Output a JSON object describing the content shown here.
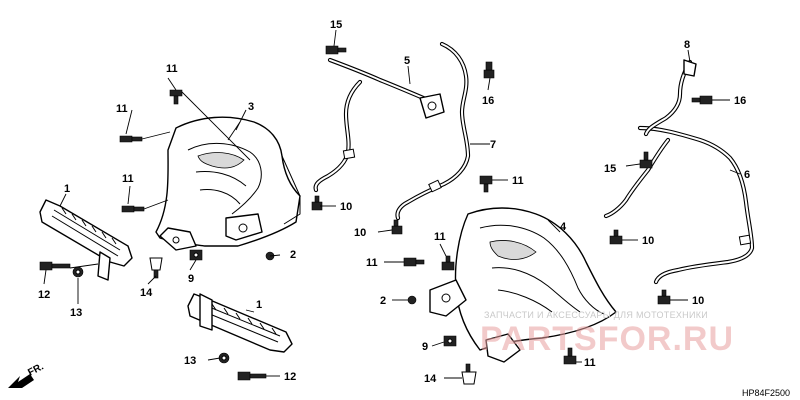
{
  "callouts": {
    "c1": "1",
    "c1b": "1",
    "c2": "2",
    "c2b": "2",
    "c3": "3",
    "c4": "4",
    "c5": "5",
    "c6": "6",
    "c7": "7",
    "c8": "8",
    "c9": "9",
    "c9b": "9",
    "c10a": "10",
    "c10b": "10",
    "c10c": "10",
    "c10d": "10",
    "c11a": "11",
    "c11b": "11",
    "c11c": "11",
    "c11d": "11",
    "c11e": "11",
    "c11f": "11",
    "c11g": "11",
    "c12a": "12",
    "c12b": "12",
    "c13a": "13",
    "c13b": "13",
    "c14a": "14",
    "c14b": "14",
    "c15a": "15",
    "c15b": "15",
    "c16a": "16",
    "c16b": "16"
  },
  "direction_label": "FR.",
  "diagram_code": "HP84F2500",
  "watermark": {
    "tagline": "ЗАПЧАСТИ И АКСЕССУАРЫ ДЛЯ МОТОТЕХНИКИ",
    "logo": "PARTSFOR.RU"
  }
}
